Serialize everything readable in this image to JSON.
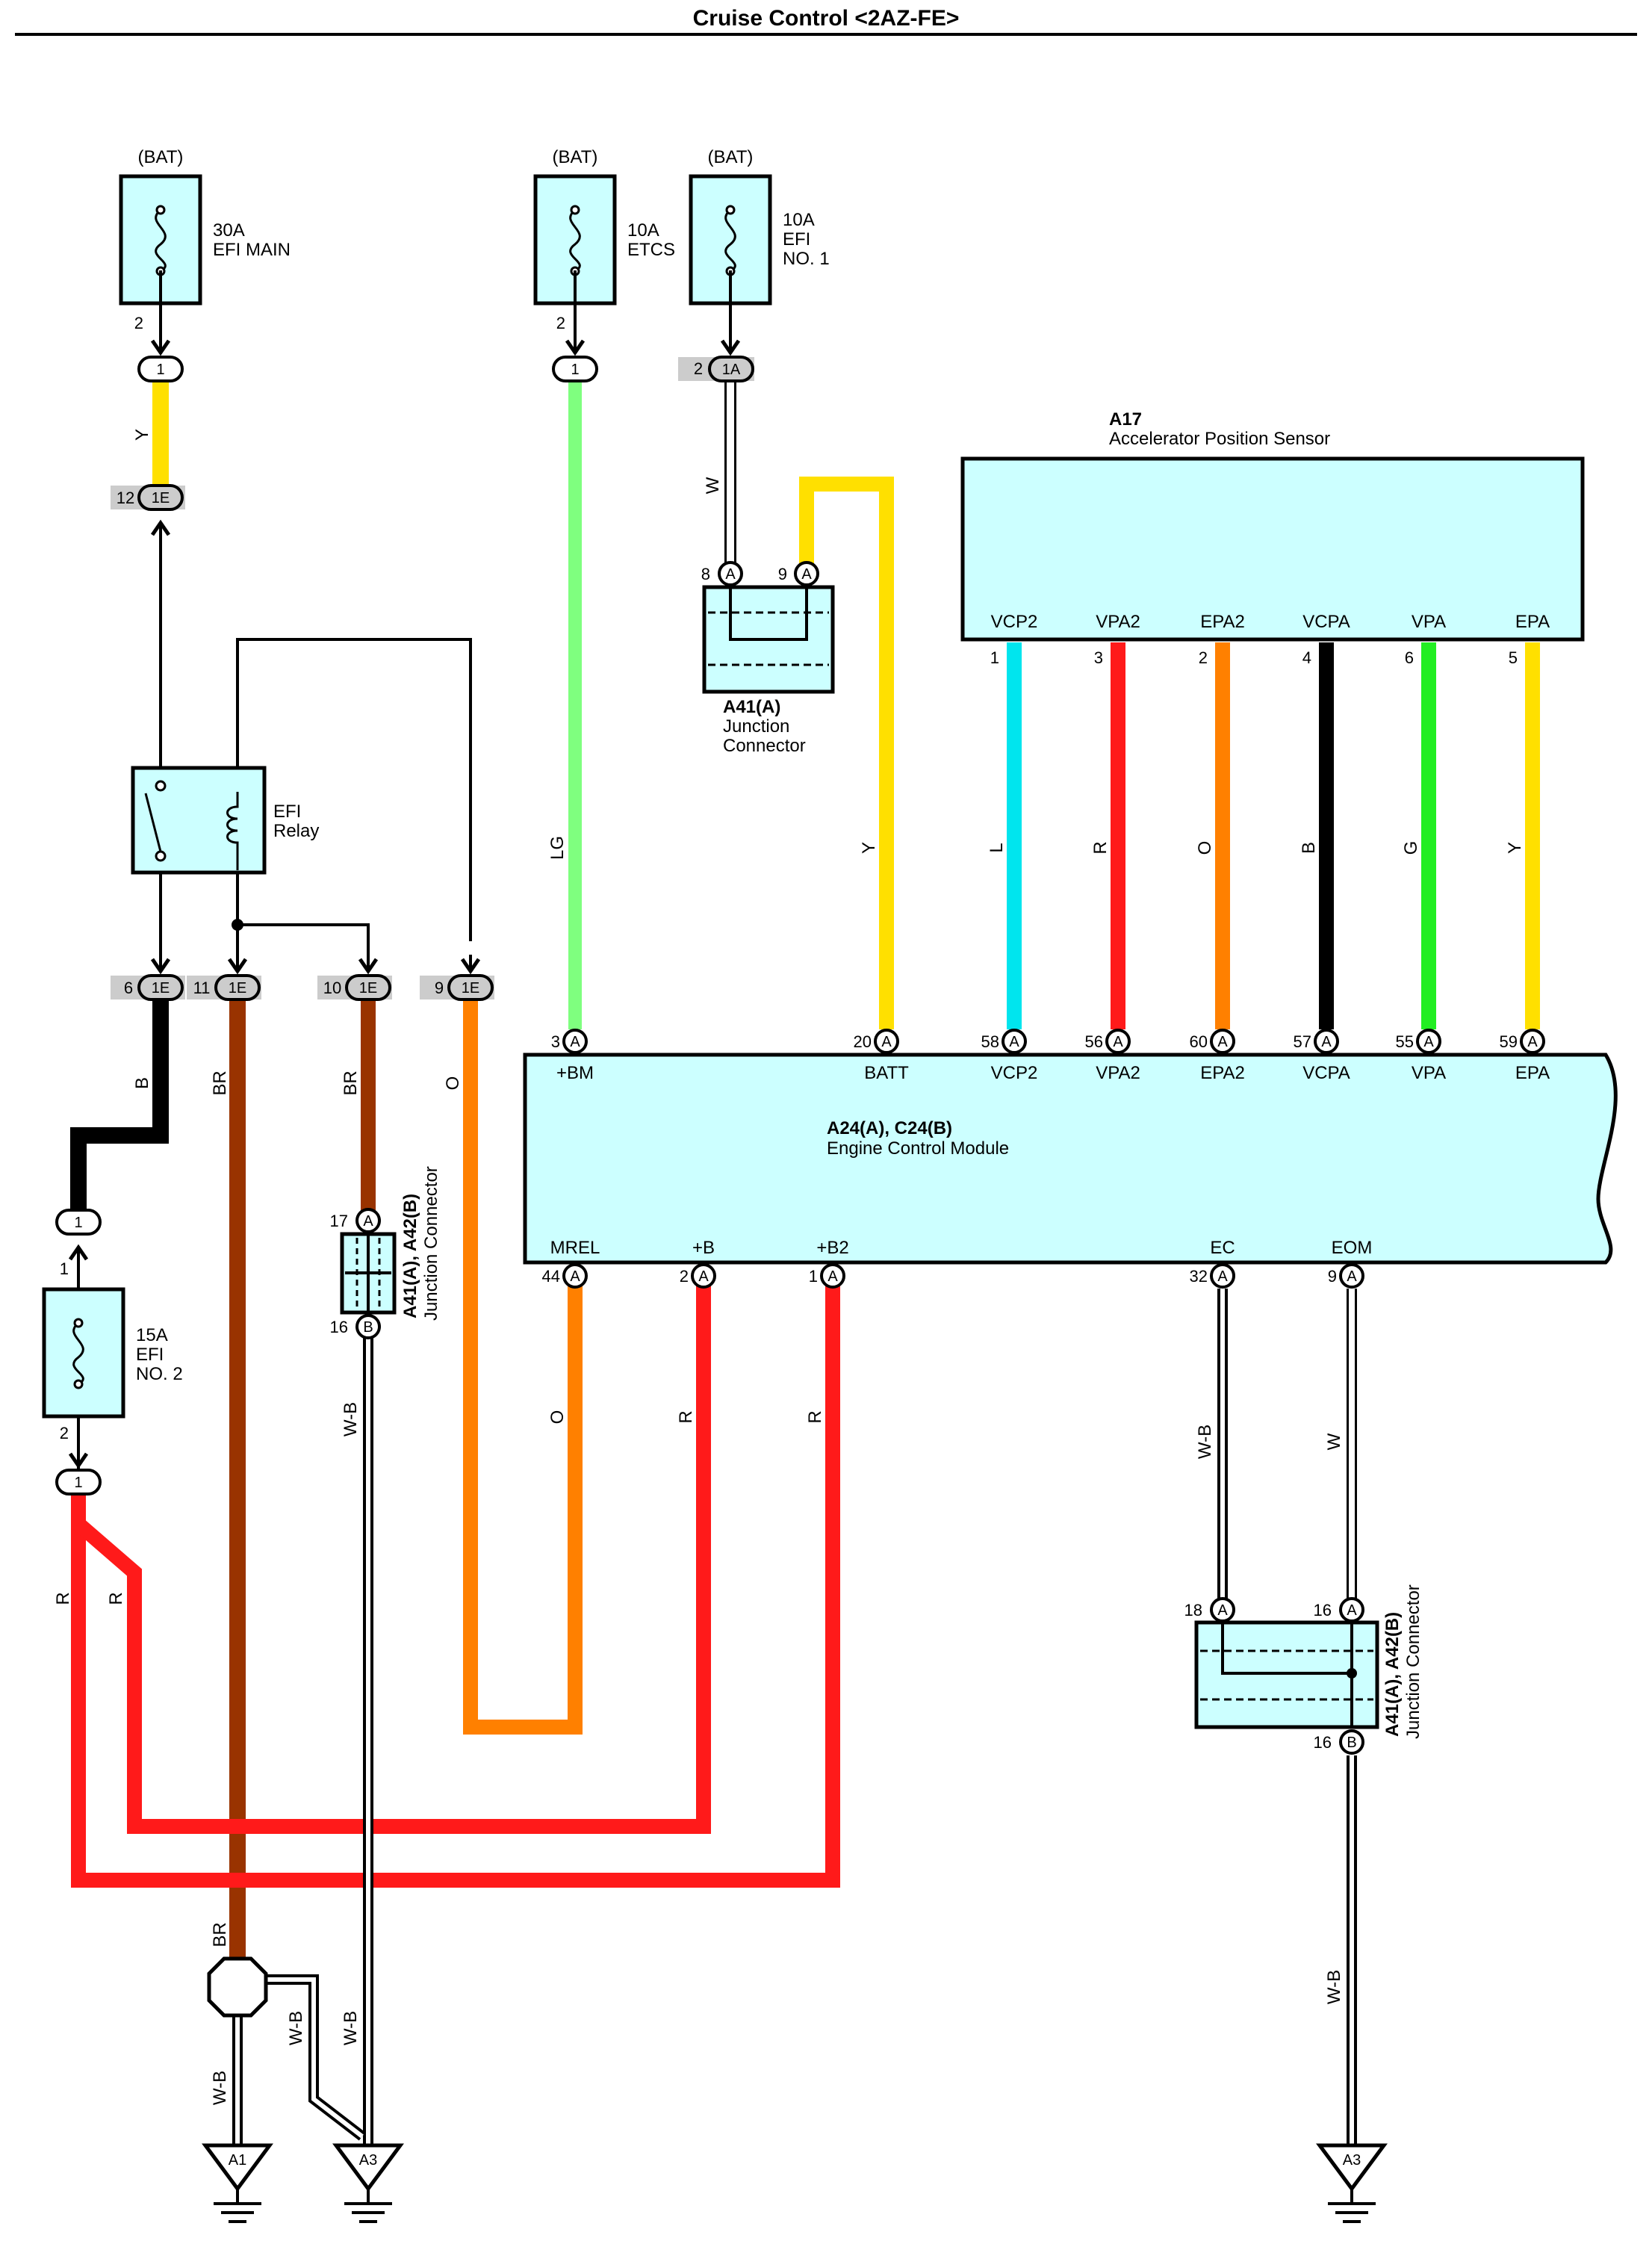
{
  "title": "Cruise Control <2AZ-FE>",
  "bat": "(BAT)",
  "fuses": {
    "efi_main": {
      "amp": "30A",
      "name": "EFI MAIN"
    },
    "etcs": {
      "amp": "10A",
      "name": "ETCS"
    },
    "efi_no1": {
      "amp": "10A",
      "name": "EFI",
      "name2": "NO. 1"
    },
    "efi_no2": {
      "amp": "15A",
      "name": "EFI",
      "name2": "NO. 2"
    }
  },
  "relay": {
    "line1": "EFI",
    "line2": "Relay"
  },
  "aps": {
    "id": "A17",
    "name": "Accelerator Position Sensor",
    "terminals": [
      {
        "name": "VCP2",
        "pin": "1",
        "wire": "L",
        "color": "#00e5ee"
      },
      {
        "name": "VPA2",
        "pin": "3",
        "wire": "R",
        "color": "#ff1a1a"
      },
      {
        "name": "EPA2",
        "pin": "2",
        "wire": "O",
        "color": "#ff8000"
      },
      {
        "name": "VCPA",
        "pin": "4",
        "wire": "B",
        "color": "#000000"
      },
      {
        "name": "VPA",
        "pin": "6",
        "wire": "G",
        "color": "#22ee22"
      },
      {
        "name": "EPA",
        "pin": "5",
        "wire": "Y",
        "color": "#ffe000"
      }
    ]
  },
  "ecm": {
    "id": "A24(A), C24(B)",
    "name": "Engine Control Module",
    "top_terminals": [
      {
        "name": "+BM",
        "pin": "3",
        "conn": "A"
      },
      {
        "name": "BATT",
        "pin": "20",
        "conn": "A"
      },
      {
        "name": "VCP2",
        "pin": "58",
        "conn": "A"
      },
      {
        "name": "VPA2",
        "pin": "56",
        "conn": "A"
      },
      {
        "name": "EPA2",
        "pin": "60",
        "conn": "A"
      },
      {
        "name": "VCPA",
        "pin": "57",
        "conn": "A"
      },
      {
        "name": "VPA",
        "pin": "55",
        "conn": "A"
      },
      {
        "name": "EPA",
        "pin": "59",
        "conn": "A"
      }
    ],
    "bottom_terminals": [
      {
        "name": "MREL",
        "pin": "44",
        "conn": "A",
        "wire": "O"
      },
      {
        "name": "+B",
        "pin": "2",
        "conn": "A",
        "wire": "R"
      },
      {
        "name": "+B2",
        "pin": "1",
        "conn": "A",
        "wire": "R"
      },
      {
        "name": "EC",
        "pin": "32",
        "conn": "A",
        "wire": "W-B"
      },
      {
        "name": "EOM",
        "pin": "9",
        "conn": "A",
        "wire": "W"
      }
    ]
  },
  "jc_a41": {
    "id": "A41(A)",
    "line1": "Junction",
    "line2": "Connector",
    "pin_w": "8",
    "pin_y": "9",
    "conn": "A"
  },
  "jc_a41_a42": {
    "id": "A41(A), A42(B)",
    "name": "Junction Connector"
  },
  "connectors": {
    "c1": "1",
    "c1a": "1A",
    "c1e": "1E",
    "pin2": "2",
    "pin1": "1",
    "pin12": "12",
    "pin6": "6",
    "pin11": "11",
    "pin10": "10",
    "pin9": "9",
    "pin17": "17",
    "pin16": "16",
    "pin18": "18",
    "A": "A",
    "B": "B"
  },
  "wires": {
    "Y": "Y",
    "LG": "LG",
    "W": "W",
    "B": "B",
    "BR": "BR",
    "O": "O",
    "R": "R",
    "WB": "W-B"
  },
  "grounds": {
    "a1": "A1",
    "a3": "A3"
  },
  "colors": {
    "yellow": "#ffe000",
    "light_green": "#7fff7f",
    "green": "#22ee22",
    "cyan": "#00e5ee",
    "red": "#ff1a1a",
    "orange": "#ff8000",
    "brown": "#993300",
    "black": "#000000",
    "box_fill": "#ccffff",
    "shade": "#cccccc"
  }
}
